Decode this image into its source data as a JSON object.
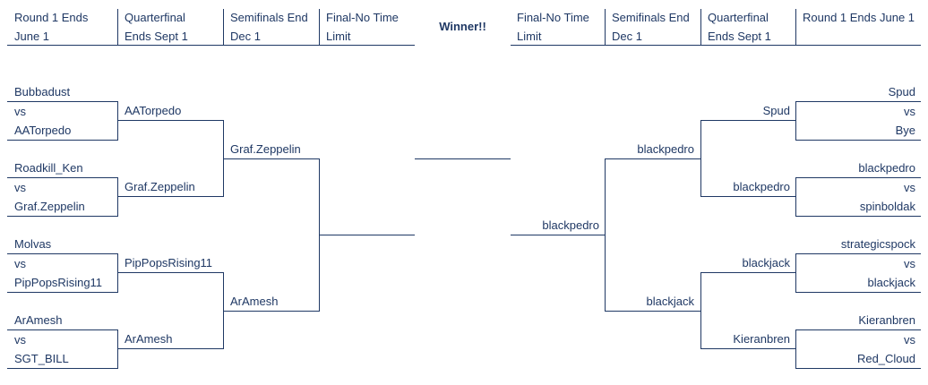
{
  "headers": {
    "left": [
      {
        "line1": "Round 1 Ends",
        "line2": "June 1"
      },
      {
        "line1": "Quarterfinal",
        "line2": "Ends Sept 1"
      },
      {
        "line1": "Semifinals End",
        "line2": "Dec 1"
      },
      {
        "line1": "Final-No Time",
        "line2": "Limit"
      }
    ],
    "winner": "Winner!!",
    "right": [
      {
        "line1": "Final-No Time",
        "line2": "Limit"
      },
      {
        "line1": "Semifinals End",
        "line2": "Dec 1"
      },
      {
        "line1": "Quarterfinal",
        "line2": "Ends Sept 1"
      },
      {
        "line1": "Round 1 Ends June 1",
        "line2": ""
      }
    ]
  },
  "left": {
    "round1": [
      {
        "top": "Bubbadust",
        "vs": "vs",
        "bottom": "AATorpedo"
      },
      {
        "top": "Roadkill_Ken",
        "vs": "vs",
        "bottom": "Graf.Zeppelin"
      },
      {
        "top": "Molvas",
        "vs": "vs",
        "bottom": "PipPopsRising11"
      },
      {
        "top": "ArAmesh",
        "vs": "vs",
        "bottom": "SGT_BILL"
      }
    ],
    "quarterfinal": [
      "AATorpedo",
      "Graf.Zeppelin",
      "PipPopsRising11",
      "ArAmesh"
    ],
    "semifinal": [
      "Graf.Zeppelin",
      "ArAmesh"
    ],
    "final": ""
  },
  "right": {
    "round1": [
      {
        "top": "Spud",
        "vs": "vs",
        "bottom": "Bye"
      },
      {
        "top": "blackpedro",
        "vs": "vs",
        "bottom": "spinboldak"
      },
      {
        "top": "strategicspock",
        "vs": "vs",
        "bottom": "blackjack"
      },
      {
        "top": "Kieranbren",
        "vs": "vs",
        "bottom": "Red_Cloud"
      }
    ],
    "quarterfinal": [
      "Spud",
      "blackpedro",
      "blackjack",
      "Kieranbren"
    ],
    "semifinal": [
      "blackpedro",
      "blackjack"
    ],
    "final": "blackpedro"
  },
  "champion": ""
}
